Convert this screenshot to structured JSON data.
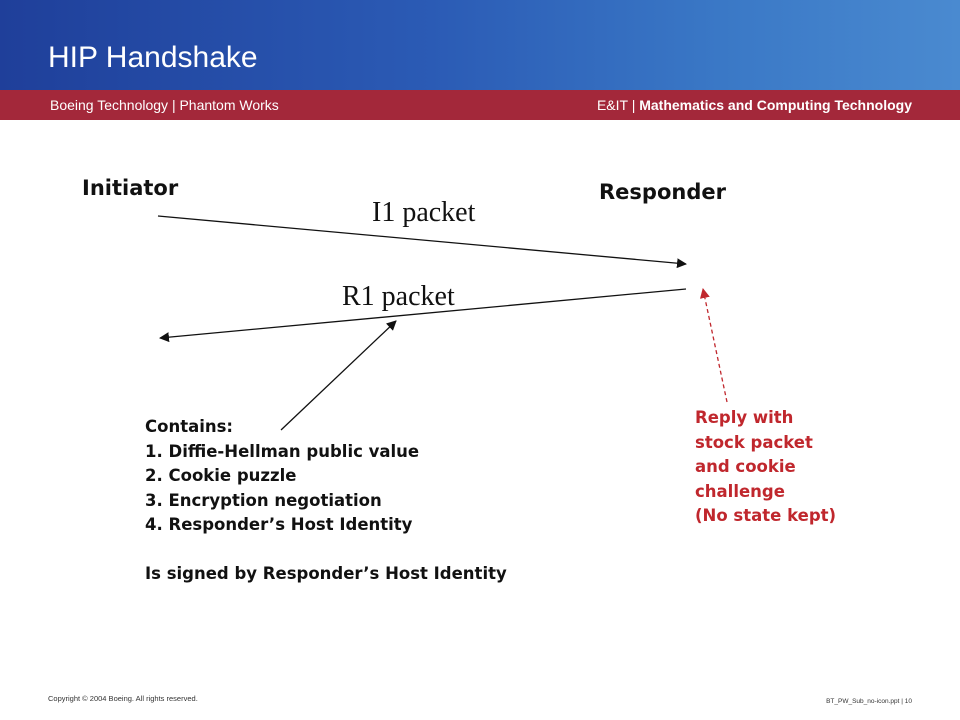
{
  "header": {
    "title": "HIP Handshake",
    "org": "Boeing Technology | Phantom Works",
    "division_prefix": "E&IT | ",
    "division_name": "Mathematics and Computing Technology"
  },
  "diagram": {
    "initiator_label": "Initiator",
    "responder_label": "Responder",
    "i1_label": "I1 packet",
    "r1_label": "R1 packet",
    "contains": {
      "heading": "Contains:",
      "items": [
        "1. Diffie-Hellman public value",
        "2. Cookie puzzle",
        "3. Encryption negotiation",
        "4. Responder’s Host Identity"
      ],
      "signed_note": "Is signed by Responder’s Host Identity"
    },
    "reply_note": [
      "Reply with",
      "stock packet",
      "and cookie",
      "challenge",
      "(No state kept)"
    ],
    "colors": {
      "header_blue": "#2b5bb5",
      "band_red": "#a3283a",
      "note_red": "#c0272d",
      "arrow": "#111111"
    }
  },
  "footer": {
    "copyright": "Copyright © 2004 Boeing. All rights reserved.",
    "file": "BT_PW_Sub_no-icon.ppt",
    "page_sep": " | ",
    "page": "10"
  }
}
